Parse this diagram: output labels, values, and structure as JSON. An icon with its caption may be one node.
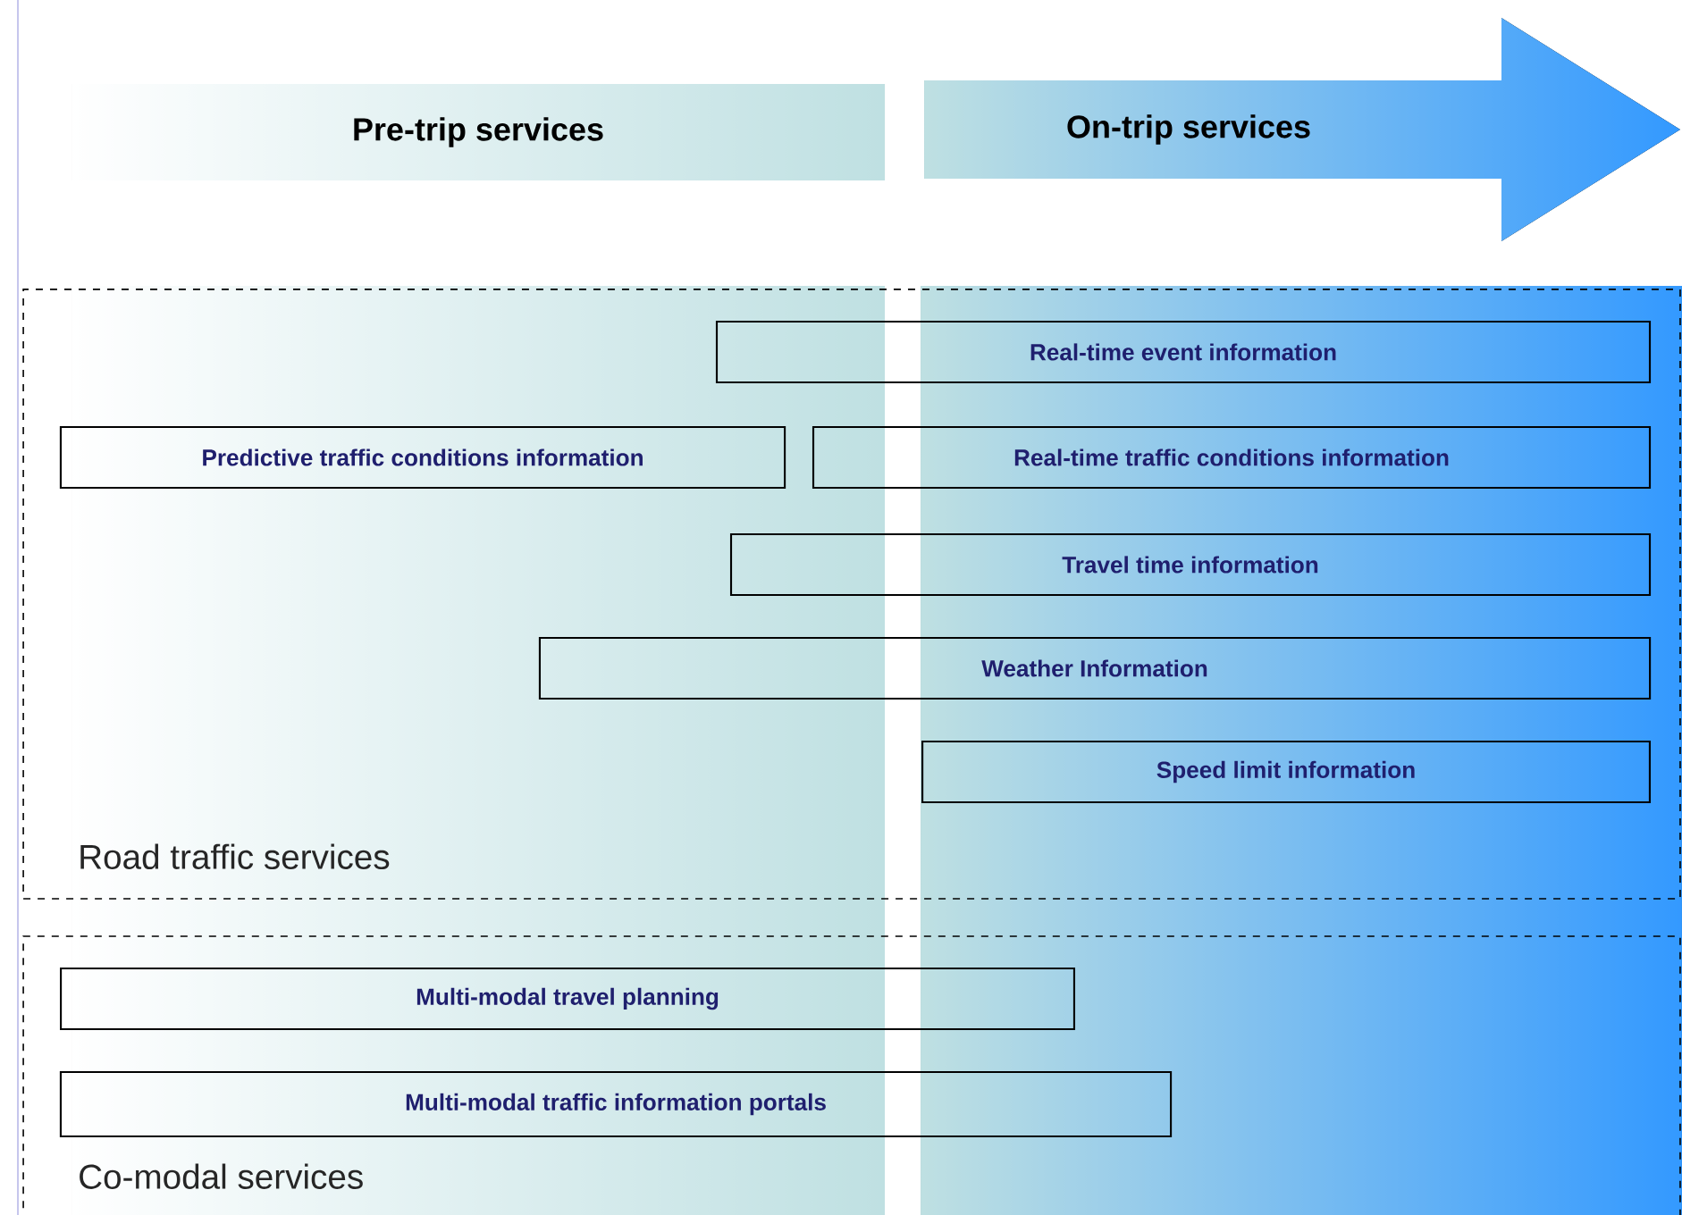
{
  "diagram": {
    "nodes": [
      {
        "text": [
          "Pre-trip services"
        ]
      },
      {
        "text": [
          "On-trip services"
        ]
      },
      {
        "text": [
          "Road traffic services"
        ]
      },
      {
        "text": [
          "Real-time event information"
        ],
        "in": 2
      },
      {
        "text": [
          "Predictive traffic conditions information"
        ],
        "in": 2
      },
      {
        "text": [
          "Real-time traffic conditions information"
        ],
        "in": 2
      },
      {
        "text": [
          "Travel time information"
        ],
        "in": 2
      },
      {
        "text": [
          "Weather Information"
        ],
        "in": 2
      },
      {
        "text": [
          "Speed limit information"
        ],
        "in": 2
      },
      {
        "text": [
          "Co-modal services"
        ]
      },
      {
        "text": [
          "Multi-modal travel planning"
        ],
        "in": 9
      },
      {
        "text": [
          "Multi-modal traffic information portals"
        ],
        "in": 9
      }
    ],
    "edges": []
  }
}
